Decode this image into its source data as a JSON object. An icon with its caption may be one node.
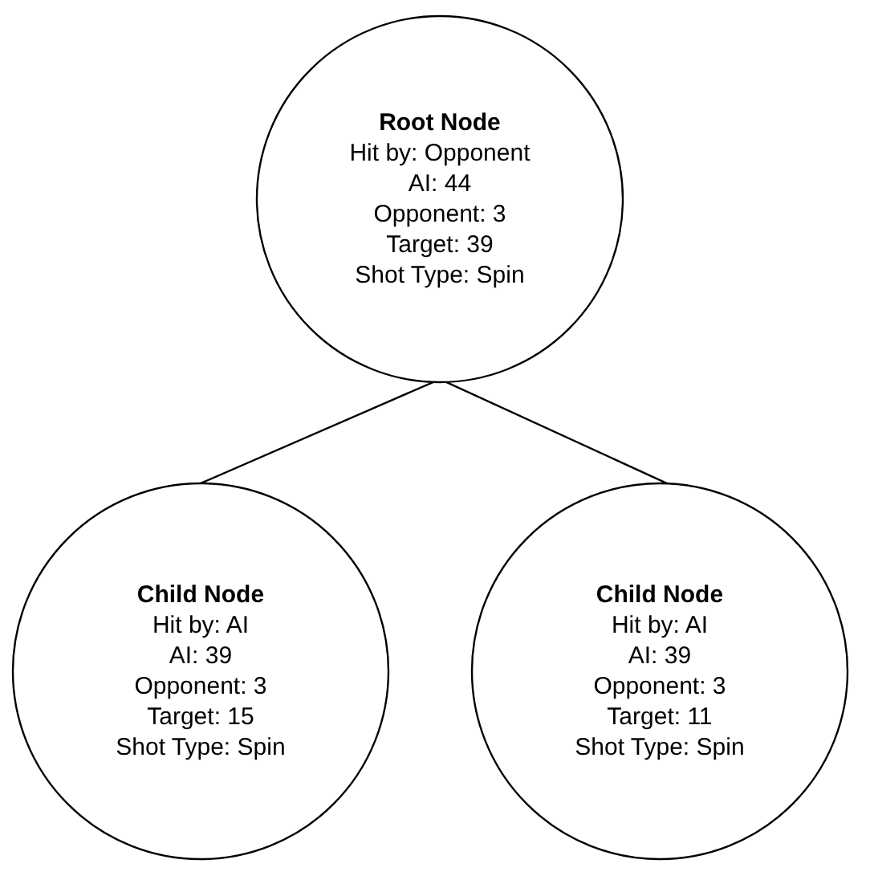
{
  "diagram": {
    "nodes": [
      {
        "text": [
          "Root Node",
          "Hit by: Opponent",
          "AI: 44",
          "Opponent: 3",
          "Target: 39",
          "Shot Type: Spin"
        ]
      },
      {
        "text": [
          "Child Node",
          "Hit by: AI",
          "AI: 39",
          "Opponent: 3",
          "Target: 15",
          "Shot Type: Spin"
        ]
      },
      {
        "text": [
          "Child Node",
          "Hit by: AI",
          "AI: 39",
          "Opponent: 3",
          "Target: 11",
          "Shot Type: Spin"
        ]
      }
    ],
    "edges": [
      {
        "from": 0,
        "to": 1,
        "arrow": "none"
      },
      {
        "from": 0,
        "to": 2,
        "arrow": "none"
      }
    ]
  }
}
